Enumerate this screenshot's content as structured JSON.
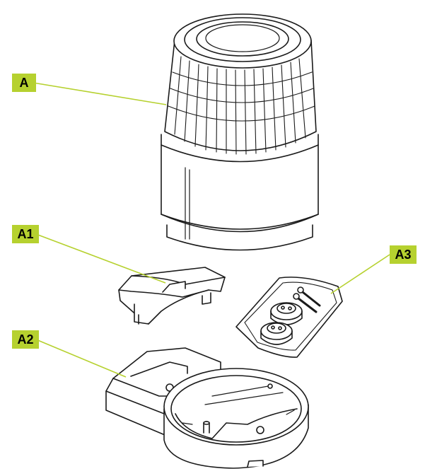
{
  "callouts": {
    "a": {
      "label": "A"
    },
    "a1": {
      "label": "A1"
    },
    "a2": {
      "label": "A2"
    },
    "a3": {
      "label": "A3"
    }
  },
  "colors": {
    "callout_fill": "#b6d12f",
    "leader_line": "#b6d12f",
    "outline": "#1a1a1a",
    "background": "#ffffff"
  }
}
